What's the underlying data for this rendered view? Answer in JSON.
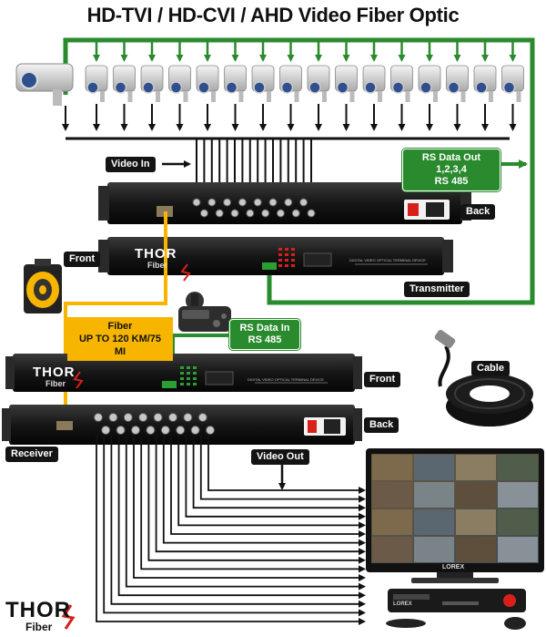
{
  "title": "HD-TVI / HD-CVI / AHD Video Fiber Optic",
  "labels": {
    "video_in": "Video In",
    "back": "Back",
    "front": "Front",
    "transmitter": "Transmitter",
    "receiver": "Receiver",
    "video_out": "Video Out",
    "cable": "Cable"
  },
  "rs_data_out": {
    "line1": "RS Data Out 1,2,3,4",
    "line2": "RS 485"
  },
  "rs_data_in": {
    "line1": "RS Data In",
    "line2": "RS 485"
  },
  "fiber": {
    "line1": "Fiber",
    "line2": "UP TO 120 KM/75 MI"
  },
  "brand": {
    "logo_top": "THOR",
    "logo_bottom": "Fiber"
  },
  "device_text": {
    "panel": "DIGITAL VIDEO OPTICAL TERMINAL DEVICE",
    "monitor_brand": "LOREX"
  },
  "camera_count": 16,
  "colors": {
    "rs_line": "#2a8a2e",
    "fiber_line": "#f7b500",
    "video_line": "#111111",
    "logo_red": "#d8201a"
  }
}
